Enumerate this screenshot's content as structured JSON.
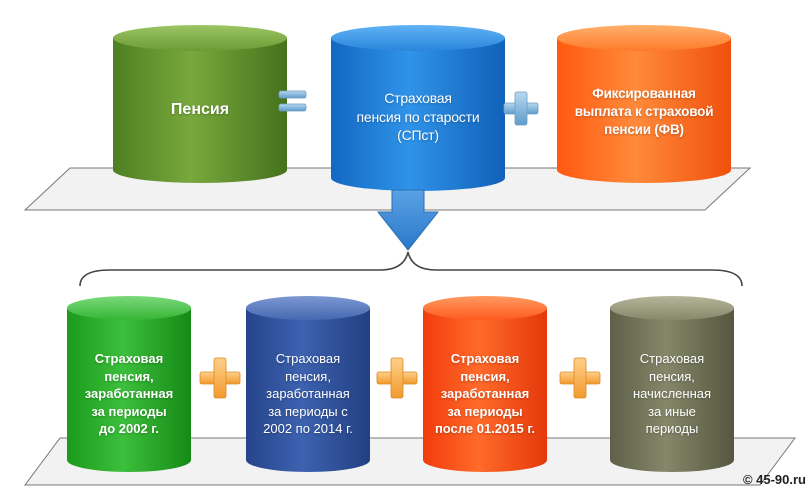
{
  "top_row": {
    "pension": "Пенсия",
    "insurance_old_age": "Страховая\nпенсия  по старости\n(СПст)",
    "fixed_payment": "Фиксированная\nвыплата  к страховой\nпенсии  (ФВ)"
  },
  "bottom_row": [
    {
      "label": "Страховая\nпенсия,\nзаработанная\nза периоды\nдо 2002 г."
    },
    {
      "label": "Страховая\nпенсия,\nзаработанная\nза периоды с\n2002 по 2014 г."
    },
    {
      "label": "Страховая\nпенсия,\nзаработанная\nза периоды\nпосле 01.2015 г."
    },
    {
      "label": "Страховая\nпенсия,\nначисленная\nза иные\nпериоды"
    }
  ],
  "copyright": "© 45-90.ru",
  "colors": {
    "green_dark": "#5a8a2a",
    "blue": "#1e7fd6",
    "orange": "#ff6a1a",
    "bright_green": "#27a827",
    "navy": "#2d4f9a",
    "red_orange": "#ff4a12",
    "olive": "#6f7257"
  }
}
